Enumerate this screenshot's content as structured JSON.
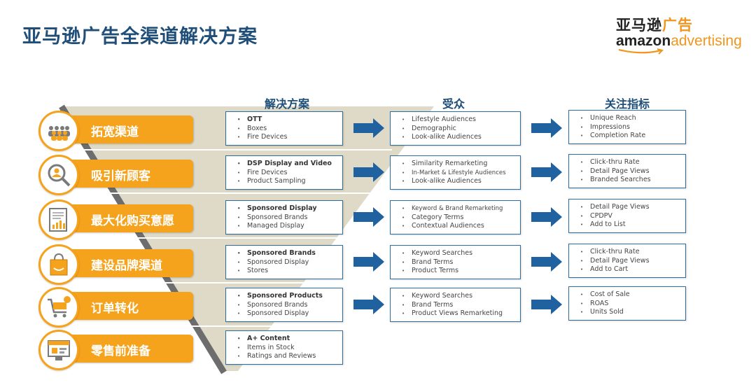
{
  "title": "亚马逊广告全渠道解决方案",
  "logo": {
    "cn_black": "亚马逊",
    "cn_orange": "广告",
    "en_black": "amazon",
    "en_orange": "advertising"
  },
  "columns": {
    "solutions": "解决方案",
    "audiences": "受众",
    "metrics": "关注指标"
  },
  "colors": {
    "title": "#1f4e79",
    "orange": "#f5a21c",
    "arrow": "#2061a0",
    "border": "#2e6da4",
    "funnel": "#d9d4bd"
  },
  "rows": [
    {
      "label": "拓宽渠道",
      "icon": "people-group-icon",
      "solutions": [
        {
          "t": "OTT",
          "b": true
        },
        {
          "t": "Boxes"
        },
        {
          "t": "Fire Devices"
        }
      ],
      "audiences": [
        {
          "t": "Lifestyle Audiences"
        },
        {
          "t": "Demographic"
        },
        {
          "t": "Look-alike Audiences"
        }
      ],
      "metrics": [
        {
          "t": "Unique Reach"
        },
        {
          "t": "Impressions"
        },
        {
          "t": "Completion Rate"
        }
      ]
    },
    {
      "label": "吸引新顾客",
      "icon": "magnifier-person-icon",
      "solutions": [
        {
          "t": "DSP Display and Video",
          "b": true
        },
        {
          "t": "Fire Devices"
        },
        {
          "t": "Product Sampling"
        }
      ],
      "audiences": [
        {
          "t": "Similarity Remarketing"
        },
        {
          "t": "In-Market & Lifestyle Audiences",
          "s": true
        },
        {
          "t": "Look-alike Audiences"
        }
      ],
      "metrics": [
        {
          "t": "Click-thru Rate"
        },
        {
          "t": "Detail Page Views"
        },
        {
          "t": "Branded Searches"
        }
      ]
    },
    {
      "label": "最大化购买意愿",
      "icon": "report-chart-icon",
      "solutions": [
        {
          "t": "Sponsored Display",
          "b": true
        },
        {
          "t": "Sponsored Brands"
        },
        {
          "t": "Managed Display"
        }
      ],
      "audiences": [
        {
          "t": "Keyword & Brand Remarketing",
          "s": true
        },
        {
          "t": "Category Terms"
        },
        {
          "t": "Contextual Audiences"
        }
      ],
      "metrics": [
        {
          "t": "Detail Page Views"
        },
        {
          "t": "CPDPV"
        },
        {
          "t": "Add to List"
        }
      ]
    },
    {
      "label": "建设品牌渠道",
      "icon": "shopping-bag-icon",
      "solutions": [
        {
          "t": "Sponsored Brands",
          "b": true
        },
        {
          "t": "Sponsored Display"
        },
        {
          "t": "Stores"
        }
      ],
      "audiences": [
        {
          "t": "Keyword Searches"
        },
        {
          "t": "Brand Terms"
        },
        {
          "t": "Product Terms"
        }
      ],
      "metrics": [
        {
          "t": "Click-thru Rate"
        },
        {
          "t": "Detail Page Views"
        },
        {
          "t": "Add to Cart"
        }
      ]
    },
    {
      "label": "订单转化",
      "icon": "shopping-cart-icon",
      "solutions": [
        {
          "t": "Sponsored Products",
          "b": true
        },
        {
          "t": "Sponsored Brands"
        },
        {
          "t": "Sponsored Display"
        }
      ],
      "audiences": [
        {
          "t": "Keyword Searches"
        },
        {
          "t": "Brand Terms"
        },
        {
          "t": "Product Views Remarketing"
        }
      ],
      "metrics": [
        {
          "t": "Cost of Sale"
        },
        {
          "t": "ROAS"
        },
        {
          "t": "Units Sold"
        }
      ]
    },
    {
      "label": "零售前准备",
      "icon": "storefront-icon",
      "solutions": [
        {
          "t": "A+ Content",
          "b": true
        },
        {
          "t": "Items in Stock"
        },
        {
          "t": "Ratings and Reviews"
        }
      ]
    }
  ]
}
